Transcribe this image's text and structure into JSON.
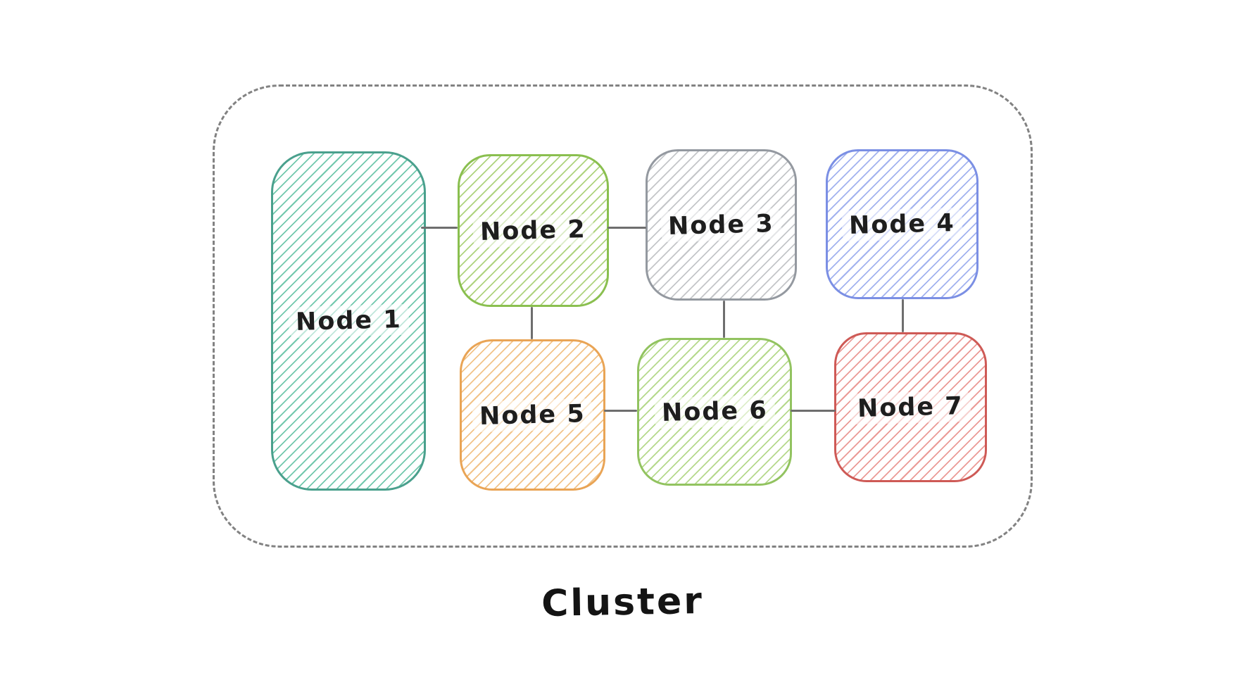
{
  "diagram": {
    "type": "cluster-topology",
    "title": "Cluster",
    "boundary": {
      "label": "Cluster",
      "style": "dashed-rounded-rect",
      "color": "#828282"
    },
    "edge_color": "#6e6e6e",
    "text_color": "#1e1e1e",
    "nodes": [
      {
        "id": "node-1",
        "label": "Node 1",
        "stroke": "#4aa08d",
        "hatch": "#72c8ad",
        "shape": "tall-rounded-rect"
      },
      {
        "id": "node-2",
        "label": "Node 2",
        "stroke": "#8abf4f",
        "hatch": "#aed37e",
        "shape": "rounded-rect"
      },
      {
        "id": "node-3",
        "label": "Node 3",
        "stroke": "#9499a0",
        "hatch": "#c4c6c9",
        "shape": "rounded-rect"
      },
      {
        "id": "node-4",
        "label": "Node 4",
        "stroke": "#7b8fe4",
        "hatch": "#a2b2ef",
        "shape": "rounded-rect"
      },
      {
        "id": "node-5",
        "label": "Node 5",
        "stroke": "#e9a455",
        "hatch": "#f2c388",
        "shape": "rounded-rect"
      },
      {
        "id": "node-6",
        "label": "Node 6",
        "stroke": "#92c360",
        "hatch": "#b5d98c",
        "shape": "rounded-rect"
      },
      {
        "id": "node-7",
        "label": "Node 7",
        "stroke": "#ce5a56",
        "hatch": "#eb9a96",
        "shape": "rounded-rect"
      }
    ],
    "edges": [
      {
        "from": "Node 1",
        "to": "Node 2"
      },
      {
        "from": "Node 2",
        "to": "Node 3"
      },
      {
        "from": "Node 2",
        "to": "Node 5"
      },
      {
        "from": "Node 3",
        "to": "Node 6"
      },
      {
        "from": "Node 4",
        "to": "Node 7"
      },
      {
        "from": "Node 5",
        "to": "Node 6"
      },
      {
        "from": "Node 6",
        "to": "Node 7"
      }
    ]
  }
}
